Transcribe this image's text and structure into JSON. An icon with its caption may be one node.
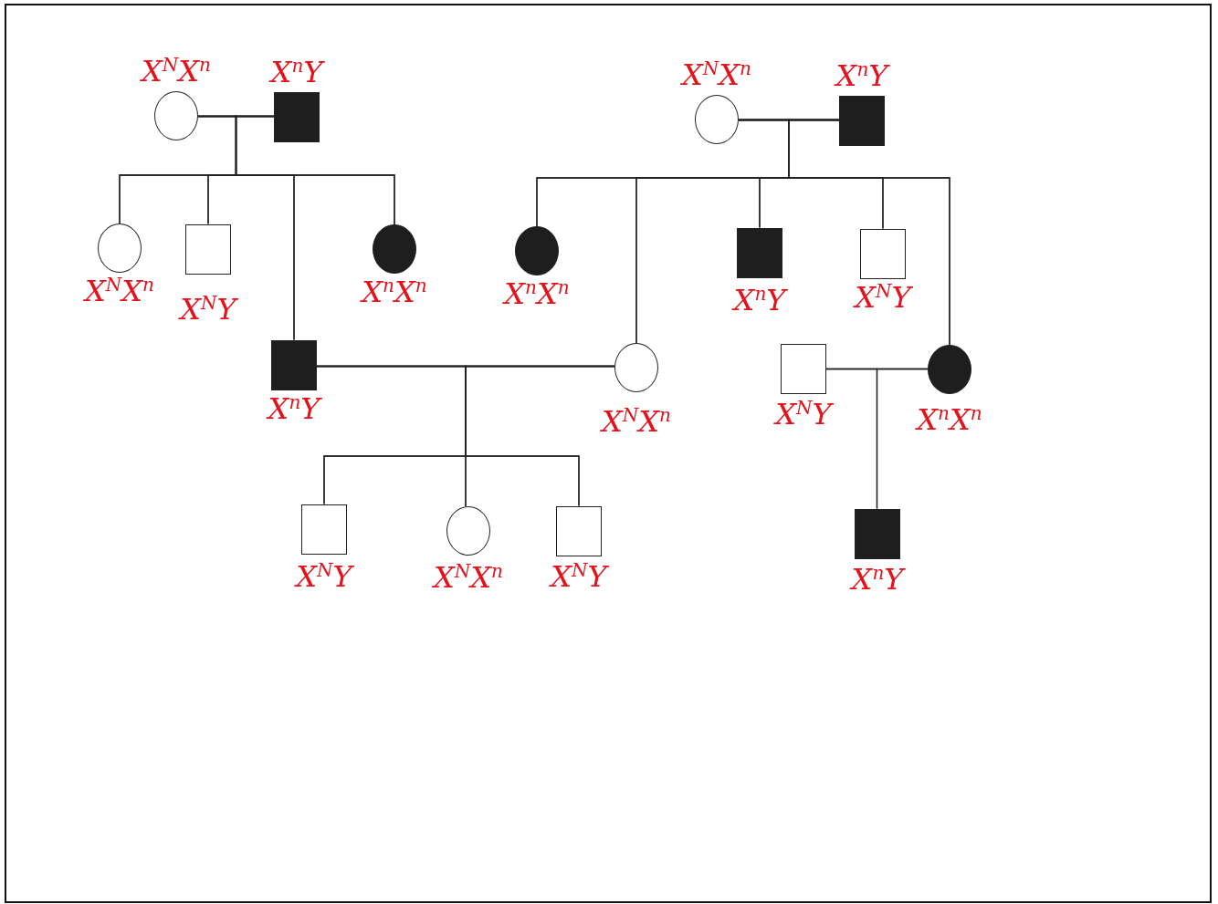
{
  "diagram": {
    "nodes": [
      {
        "text": [],
        "shape": "circle",
        "beside": [
          "X$^{N}$X$^{n}$"
        ]
      },
      {
        "text": [],
        "shape": "block",
        "beside": [
          "X$^{n}$Y"
        ]
      },
      {
        "text": [],
        "shape": "circle",
        "beside": [
          "X$^{N}$X$^{n}$"
        ]
      },
      {
        "text": [],
        "shape": "block",
        "beside": [
          "X$^{n}$Y"
        ]
      },
      {
        "text": [],
        "shape": "circle",
        "beside": [
          "X$^{N}$X$^{n}$"
        ]
      },
      {
        "text": [],
        "shape": "box",
        "beside": [
          "X$^{N}$Y"
        ]
      },
      {
        "text": [],
        "shape": "block",
        "beside": [
          "X$^{n}$Y"
        ]
      },
      {
        "text": [],
        "shape": "disc",
        "beside": [
          "X$^{n}$X$^{n}$"
        ]
      },
      {
        "text": [],
        "shape": "disc",
        "beside": [
          "X$^{n}$X$^{n}$"
        ]
      },
      {
        "text": [],
        "shape": "circle",
        "beside": [
          "X$^{N}$X$^{n}$"
        ]
      },
      {
        "text": [],
        "shape": "block",
        "beside": [
          "X$^{n}$Y"
        ]
      },
      {
        "text": [],
        "shape": "box",
        "beside": [
          "X$^{N}$Y"
        ]
      },
      {
        "text": [],
        "shape": "box",
        "beside": [
          "X$^{N}$Y"
        ]
      },
      {
        "text": [],
        "shape": "disc",
        "beside": [
          "X$^{n}$X$^{n}$"
        ]
      },
      {
        "text": [],
        "shape": "box",
        "beside": [
          "X$^{N}$Y"
        ]
      },
      {
        "text": [],
        "shape": "circle",
        "beside": [
          "X$^{N}$X$^{n}$"
        ]
      },
      {
        "text": [],
        "shape": "box",
        "beside": [
          "X$^{N}$Y"
        ]
      },
      {
        "text": [],
        "shape": "block",
        "beside": [
          "X$^{n}$Y"
        ]
      }
    ],
    "edges": [
      {
        "from": 0,
        "to": 1,
        "arrow": "none"
      },
      {
        "from": 0,
        "to": 4,
        "arrow": "none"
      },
      {
        "from": 1,
        "to": 4,
        "arrow": "none"
      },
      {
        "from": 0,
        "to": 5,
        "arrow": "none"
      },
      {
        "from": 1,
        "to": 5,
        "arrow": "none"
      },
      {
        "from": 0,
        "to": 6,
        "arrow": "none"
      },
      {
        "from": 1,
        "to": 6,
        "arrow": "none"
      },
      {
        "from": 0,
        "to": 7,
        "arrow": "none"
      },
      {
        "from": 1,
        "to": 7,
        "arrow": "none"
      },
      {
        "from": 2,
        "to": 3,
        "arrow": "none"
      },
      {
        "from": 2,
        "to": 8,
        "arrow": "none"
      },
      {
        "from": 3,
        "to": 8,
        "arrow": "none"
      },
      {
        "from": 2,
        "to": 9,
        "arrow": "none"
      },
      {
        "from": 3,
        "to": 9,
        "arrow": "none"
      },
      {
        "from": 2,
        "to": 10,
        "arrow": "none"
      },
      {
        "from": 3,
        "to": 10,
        "arrow": "none"
      },
      {
        "from": 2,
        "to": 11,
        "arrow": "none"
      },
      {
        "from": 3,
        "to": 11,
        "arrow": "none"
      },
      {
        "from": 2,
        "to": 13,
        "arrow": "none"
      },
      {
        "from": 3,
        "to": 13,
        "arrow": "none"
      },
      {
        "from": 6,
        "to": 9,
        "arrow": "none"
      },
      {
        "from": 6,
        "to": 14,
        "arrow": "none"
      },
      {
        "from": 9,
        "to": 14,
        "arrow": "none"
      },
      {
        "from": 6,
        "to": 15,
        "arrow": "none"
      },
      {
        "from": 9,
        "to": 15,
        "arrow": "none"
      },
      {
        "from": 6,
        "to": 16,
        "arrow": "none"
      },
      {
        "from": 9,
        "to": 16,
        "arrow": "none"
      },
      {
        "from": 12,
        "to": 13,
        "arrow": "none"
      },
      {
        "from": 12,
        "to": 17,
        "arrow": "none"
      },
      {
        "from": 13,
        "to": 17,
        "arrow": "none"
      }
    ]
  }
}
